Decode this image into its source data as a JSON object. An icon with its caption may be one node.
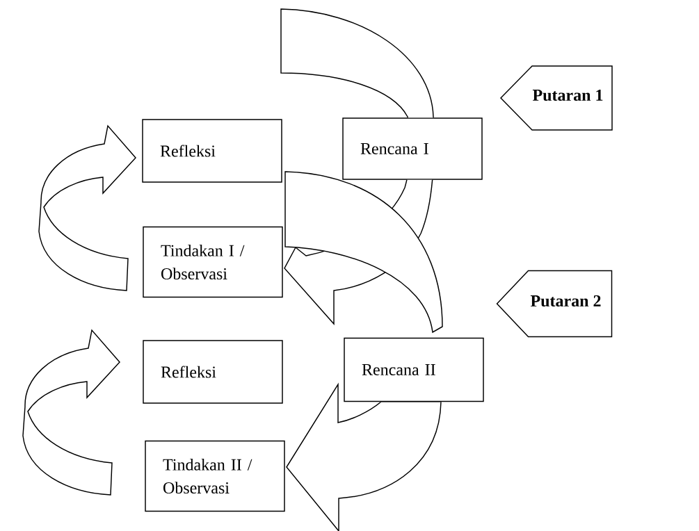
{
  "diagram": {
    "nodes": [
      {
        "text": [
          "Refleksi"
        ]
      },
      {
        "text": [
          "Rencana I"
        ]
      },
      {
        "text": [
          "Tindakan I / Observasi"
        ]
      },
      {
        "text": [
          "Putaran 1"
        ]
      },
      {
        "text": [
          "Refleksi"
        ]
      },
      {
        "text": [
          "Rencana II"
        ]
      },
      {
        "text": [
          "Tindakan II / Observasi"
        ]
      },
      {
        "text": [
          "Putaran 2"
        ]
      }
    ],
    "edges": [
      {
        "from": 2,
        "to": 0,
        "arrow": "to"
      },
      {
        "from": 1,
        "to": 2,
        "arrow": "to"
      },
      {
        "from": 0,
        "to": 5,
        "arrow": "none"
      },
      {
        "from": 5,
        "to": 6,
        "arrow": "to"
      },
      {
        "from": 6,
        "to": 4,
        "arrow": "to"
      }
    ]
  }
}
